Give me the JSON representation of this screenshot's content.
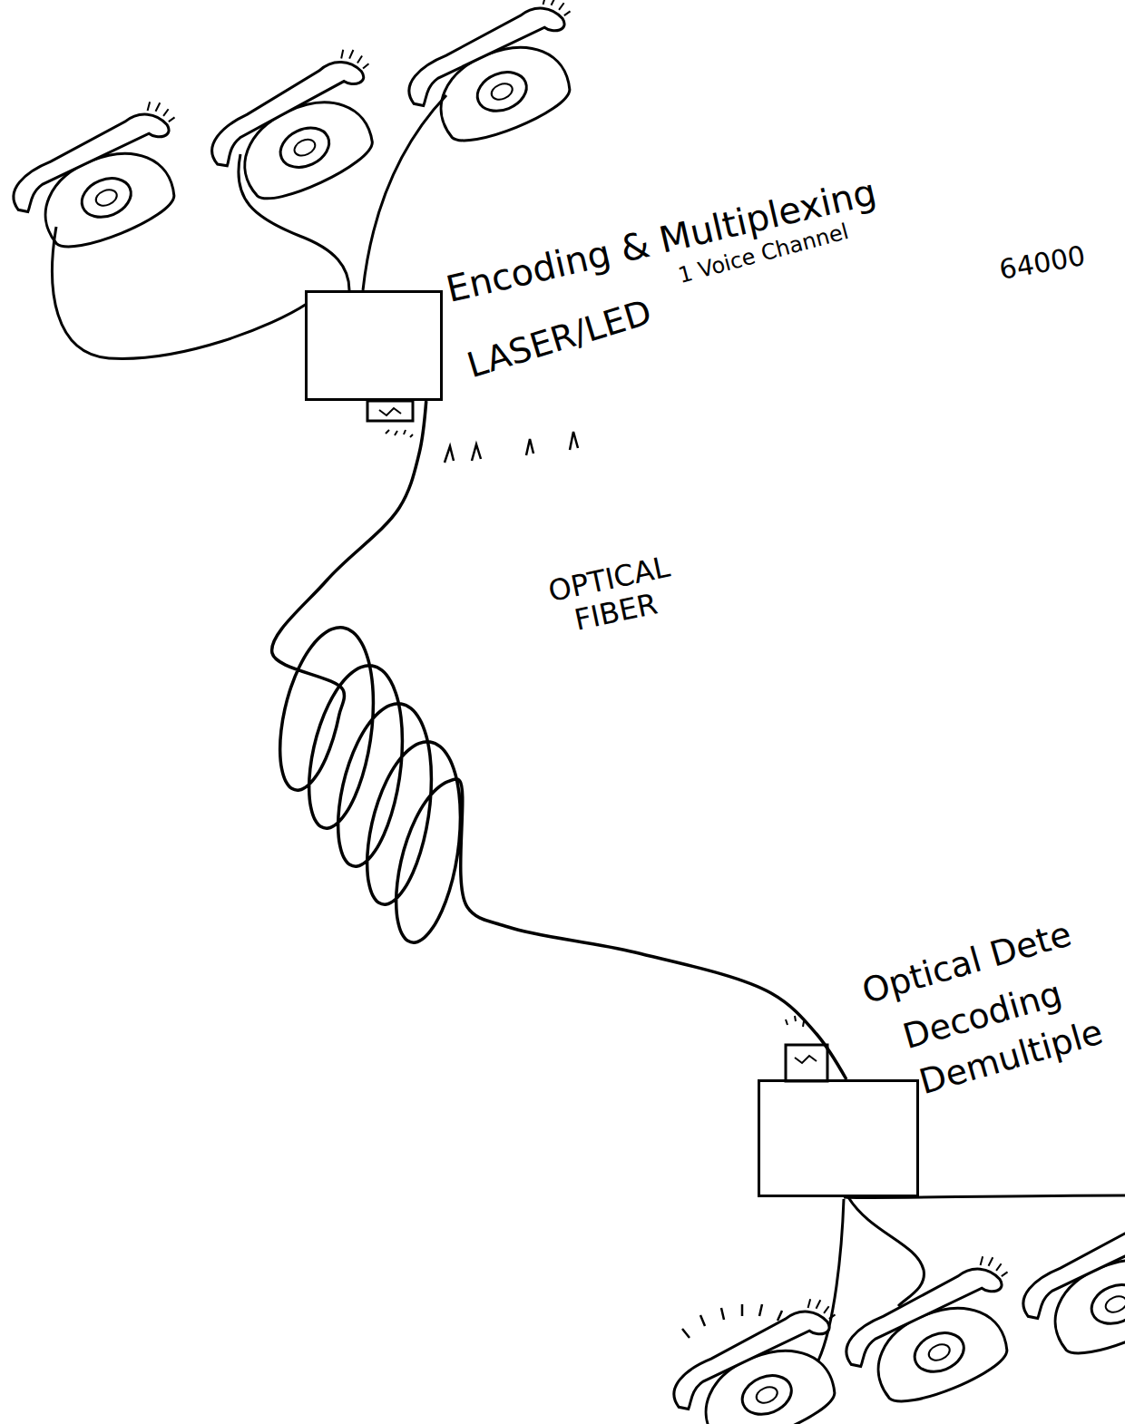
{
  "diagram": {
    "nodes": [
      {
        "text": [
          "Encoding & Multiplexing",
          "LASER/LED"
        ]
      },
      {
        "text": [
          "Optical Dete",
          "Decoding",
          "Demultiple"
        ]
      }
    ],
    "edges": [
      {
        "from": 0,
        "to": 1,
        "arrow": "none",
        "label": "OPTICAL FIBER"
      }
    ],
    "labels": [
      "1 Voice Channel",
      "64000"
    ]
  }
}
